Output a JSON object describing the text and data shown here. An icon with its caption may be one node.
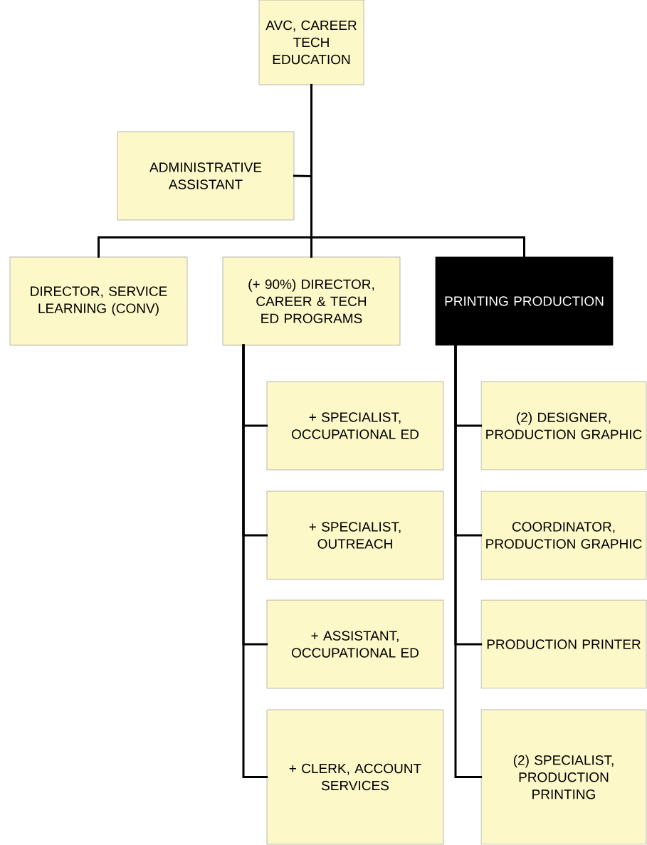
{
  "diagram": {
    "nodes": [
      {
        "text": [
          "AVC, CAREER TECH EDUCATION"
        ]
      },
      {
        "text": [
          "ADMINISTRATIVE ASSISTANT"
        ]
      },
      {
        "text": [
          "DIRECTOR, SERVICE LEARNING (CONV)"
        ]
      },
      {
        "text": [
          "(+ 90%) DIRECTOR, CAREER & TECH ED PROGRAMS"
        ]
      },
      {
        "text": [
          "PRINTING PRODUCTION"
        ]
      },
      {
        "text": [
          "+ SPECIALIST, OCCUPATIONAL ED"
        ]
      },
      {
        "text": [
          "(2) DESIGNER, PRODUCTION GRAPHIC"
        ]
      },
      {
        "text": [
          "+ SPECIALIST, OUTREACH"
        ]
      },
      {
        "text": [
          "COORDINATOR, PRODUCTION GRAPHIC"
        ]
      },
      {
        "text": [
          "+ ASSISTANT, OCCUPATIONAL ED"
        ]
      },
      {
        "text": [
          "PRODUCTION PRINTER"
        ]
      },
      {
        "text": [
          "+ CLERK, ACCOUNT SERVICES"
        ]
      },
      {
        "text": [
          "(2) SPECIALIST, PRODUCTION PRINTING"
        ]
      }
    ],
    "edges": [
      {
        "from": 0,
        "to": 1,
        "arrow": "none"
      },
      {
        "from": 0,
        "to": 2,
        "arrow": "none"
      },
      {
        "from": 0,
        "to": 3,
        "arrow": "none"
      },
      {
        "from": 0,
        "to": 4,
        "arrow": "none"
      },
      {
        "from": 3,
        "to": 5,
        "arrow": "none"
      },
      {
        "from": 3,
        "to": 7,
        "arrow": "none"
      },
      {
        "from": 3,
        "to": 9,
        "arrow": "none"
      },
      {
        "from": 3,
        "to": 11,
        "arrow": "none"
      },
      {
        "from": 4,
        "to": 6,
        "arrow": "none"
      },
      {
        "from": 4,
        "to": 8,
        "arrow": "none"
      },
      {
        "from": 4,
        "to": 10,
        "arrow": "none"
      },
      {
        "from": 4,
        "to": 12,
        "arrow": "none"
      }
    ]
  }
}
